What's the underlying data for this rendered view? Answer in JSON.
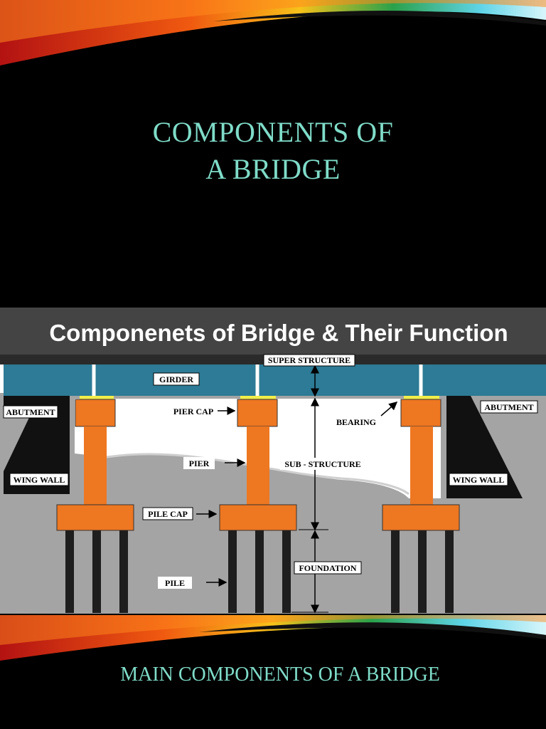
{
  "slide": {
    "title_line1": "COMPONENTS OF",
    "title_line2": "A BRIDGE",
    "caption": "MAIN COMPONENTS OF A BRIDGE"
  },
  "diagram": {
    "header": "Componenets of Bridge & Their Function",
    "labels": {
      "super_structure": "SUPER STRUCTURE",
      "girder": "GIRDER",
      "abutment_left": "ABUTMENT",
      "abutment_right": "ABUTMENT",
      "pier_cap": "PIER CAP",
      "bearing": "BEARING",
      "pier": "PIER",
      "sub_structure": "SUB - STRUCTURE",
      "wing_wall_left": "WING WALL",
      "wing_wall_right": "WING WALL",
      "pile_cap": "PILE CAP",
      "foundation": "FOUNDATION",
      "pile": "PILE"
    }
  },
  "colors": {
    "title": "#7fdcc8",
    "deck": "#2d7b96",
    "concrete": "#ee7721",
    "ground": "#a4a4a4",
    "bearing": "#f2ee4a"
  }
}
